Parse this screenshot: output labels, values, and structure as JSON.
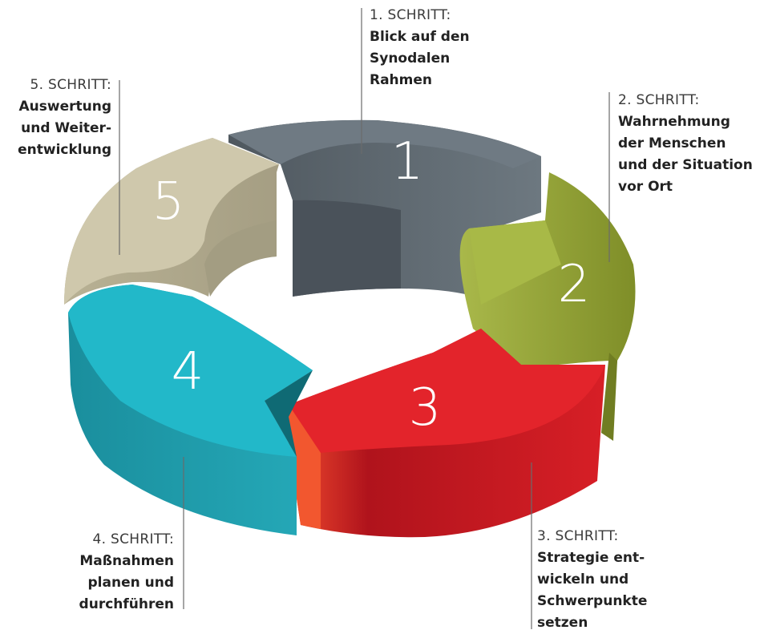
{
  "steps": [
    {
      "number": "1",
      "step": "1. SCHRITT:",
      "desc": "Blick auf den\nSynodalen\nRahmen",
      "color": "#5e6870"
    },
    {
      "number": "2",
      "step": "2. SCHRITT:",
      "desc": "Wahrnehmung\nder Menschen\nund der Situation\nvor Ort",
      "color": "#9cae3a"
    },
    {
      "number": "3",
      "step": "3. SCHRITT:",
      "desc": "Strategie ent-\nwickeln und\nSchwerpunkte\nsetzen",
      "color": "#e3242b"
    },
    {
      "number": "4",
      "step": "4. SCHRITT:",
      "desc": "Maßnahmen\nplanen und\ndurchführen",
      "color": "#1fb2c5"
    },
    {
      "number": "5",
      "step": "5. SCHRITT:",
      "desc": "Auswertung\nund Weiter-\nentwicklung",
      "color": "#c9c2a6"
    }
  ]
}
